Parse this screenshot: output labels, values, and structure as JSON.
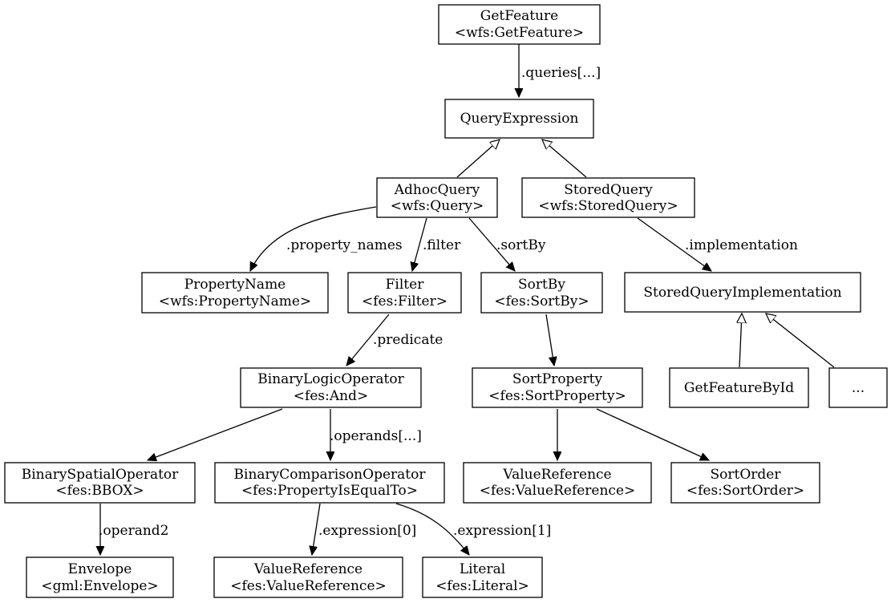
{
  "diagram": {
    "nodes": {
      "getfeature": {
        "line1": "GetFeature",
        "line2": "<wfs:GetFeature>"
      },
      "queryexpression": {
        "line1": "QueryExpression"
      },
      "adhocquery": {
        "line1": "AdhocQuery",
        "line2": "<wfs:Query>"
      },
      "storedquery": {
        "line1": "StoredQuery",
        "line2": "<wfs:StoredQuery>"
      },
      "propertyname": {
        "line1": "PropertyName",
        "line2": "<wfs:PropertyName>"
      },
      "filter": {
        "line1": "Filter",
        "line2": "<fes:Filter>"
      },
      "sortby": {
        "line1": "SortBy",
        "line2": "<fes:SortBy>"
      },
      "storedqueryimpl": {
        "line1": "StoredQueryImplementation"
      },
      "binarylogic": {
        "line1": "BinaryLogicOperator",
        "line2": "<fes:And>"
      },
      "sortproperty": {
        "line1": "SortProperty",
        "line2": "<fes:SortProperty>"
      },
      "getfeaturebyid": {
        "line1": "GetFeatureById"
      },
      "ellipsis": {
        "line1": "..."
      },
      "binaryspatial": {
        "line1": "BinarySpatialOperator",
        "line2": "<fes:BBOX>"
      },
      "binarycomparison": {
        "line1": "BinaryComparisonOperator",
        "line2": "<fes:PropertyIsEqualTo>"
      },
      "valueref_sort": {
        "line1": "ValueReference",
        "line2": "<fes:ValueReference>"
      },
      "sortorder": {
        "line1": "SortOrder",
        "line2": "<fes:SortOrder>"
      },
      "envelope": {
        "line1": "Envelope",
        "line2": "<gml:Envelope>"
      },
      "valueref_cmp": {
        "line1": "ValueReference",
        "line2": "<fes:ValueReference>"
      },
      "literal": {
        "line1": "Literal",
        "line2": "<fes:Literal>"
      }
    },
    "edges": {
      "queries": ".queries[...]",
      "property_names": ".property_names",
      "filter": ".filter",
      "sortby": ".sortBy",
      "implementation": ".implementation",
      "predicate": ".predicate",
      "operands": ".operands[...]",
      "operand2": ".operand2",
      "expression0": ".expression[0]",
      "expression1": ".expression[1]"
    }
  }
}
